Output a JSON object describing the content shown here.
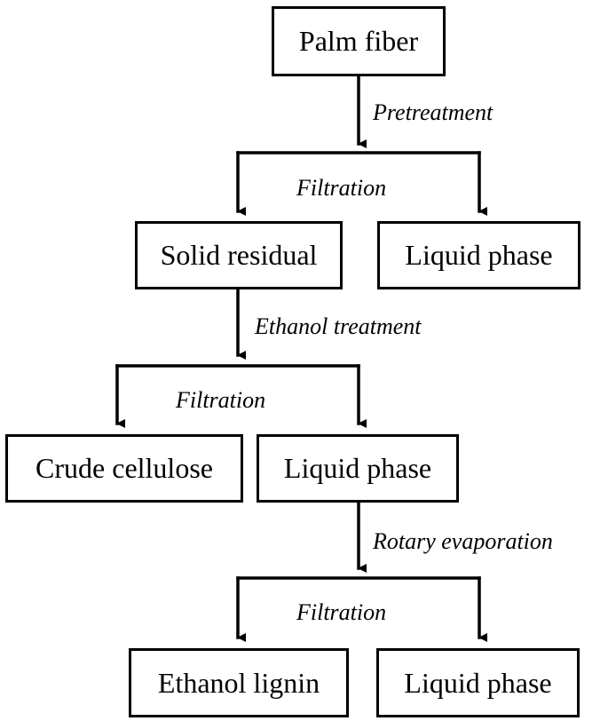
{
  "diagram": {
    "nodes": {
      "palm_fiber": "Palm fiber",
      "solid_residual": "Solid residual",
      "liquid_phase_1": "Liquid phase",
      "crude_cellulose": "Crude cellulose",
      "liquid_phase_2": "Liquid phase",
      "ethanol_lignin": "Ethanol lignin",
      "liquid_phase_3": "Liquid phase"
    },
    "steps": {
      "pretreatment": "Pretreatment",
      "filtration_1": "Filtration",
      "ethanol_treatment": "Ethanol treatment",
      "filtration_2": "Filtration",
      "rotary_evaporation": "Rotary evaporation",
      "filtration_3": "Filtration"
    }
  }
}
